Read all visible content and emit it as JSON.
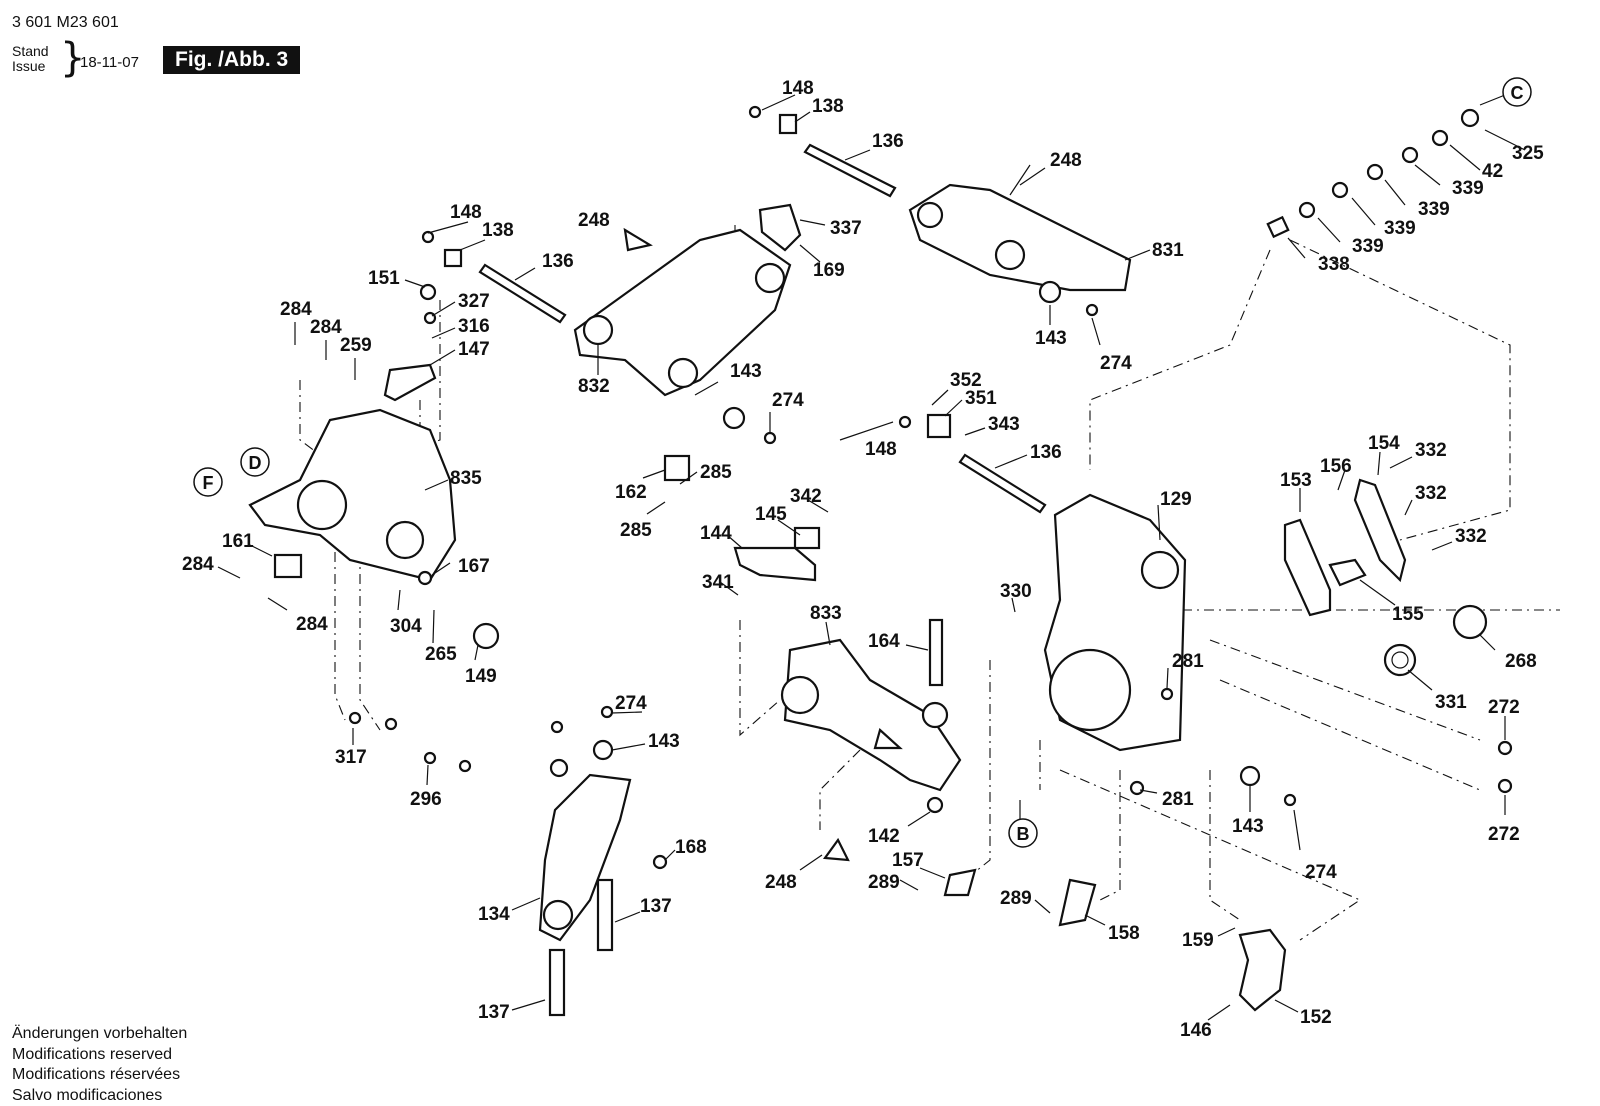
{
  "header": {
    "document_number": "3 601 M23 601",
    "stand_label": "Stand",
    "issue_label": "Issue",
    "date": "18-11-07",
    "figure_label": "Fig. /Abb. 3"
  },
  "notes": [
    "Änderungen vorbehalten",
    "Modifications reserved",
    "Modifications réservées",
    "Salvo modificaciones"
  ],
  "callouts": [
    "C",
    "D",
    "F",
    "B"
  ],
  "part_numbers": [
    "148",
    "138",
    "136",
    "248",
    "325",
    "42",
    "339",
    "339",
    "339",
    "339",
    "338",
    "337",
    "169",
    "831",
    "148",
    "138",
    "136",
    "248",
    "151",
    "327",
    "316",
    "147",
    "284",
    "284",
    "259",
    "832",
    "143",
    "274",
    "143",
    "274",
    "835",
    "352",
    "351",
    "343",
    "148",
    "136",
    "162",
    "285",
    "285",
    "342",
    "145",
    "144",
    "341",
    "161",
    "167",
    "284",
    "304",
    "265",
    "149",
    "284",
    "129",
    "154",
    "156",
    "332",
    "153",
    "332",
    "332",
    "155",
    "330",
    "833",
    "164",
    "281",
    "268",
    "331",
    "272",
    "274",
    "143",
    "317",
    "296",
    "168",
    "142",
    "281",
    "143",
    "274",
    "272",
    "248",
    "157",
    "289",
    "289",
    "158",
    "159",
    "152",
    "146",
    "134",
    "137",
    "137"
  ],
  "icons": [
    "triangle-arrow-icon"
  ]
}
